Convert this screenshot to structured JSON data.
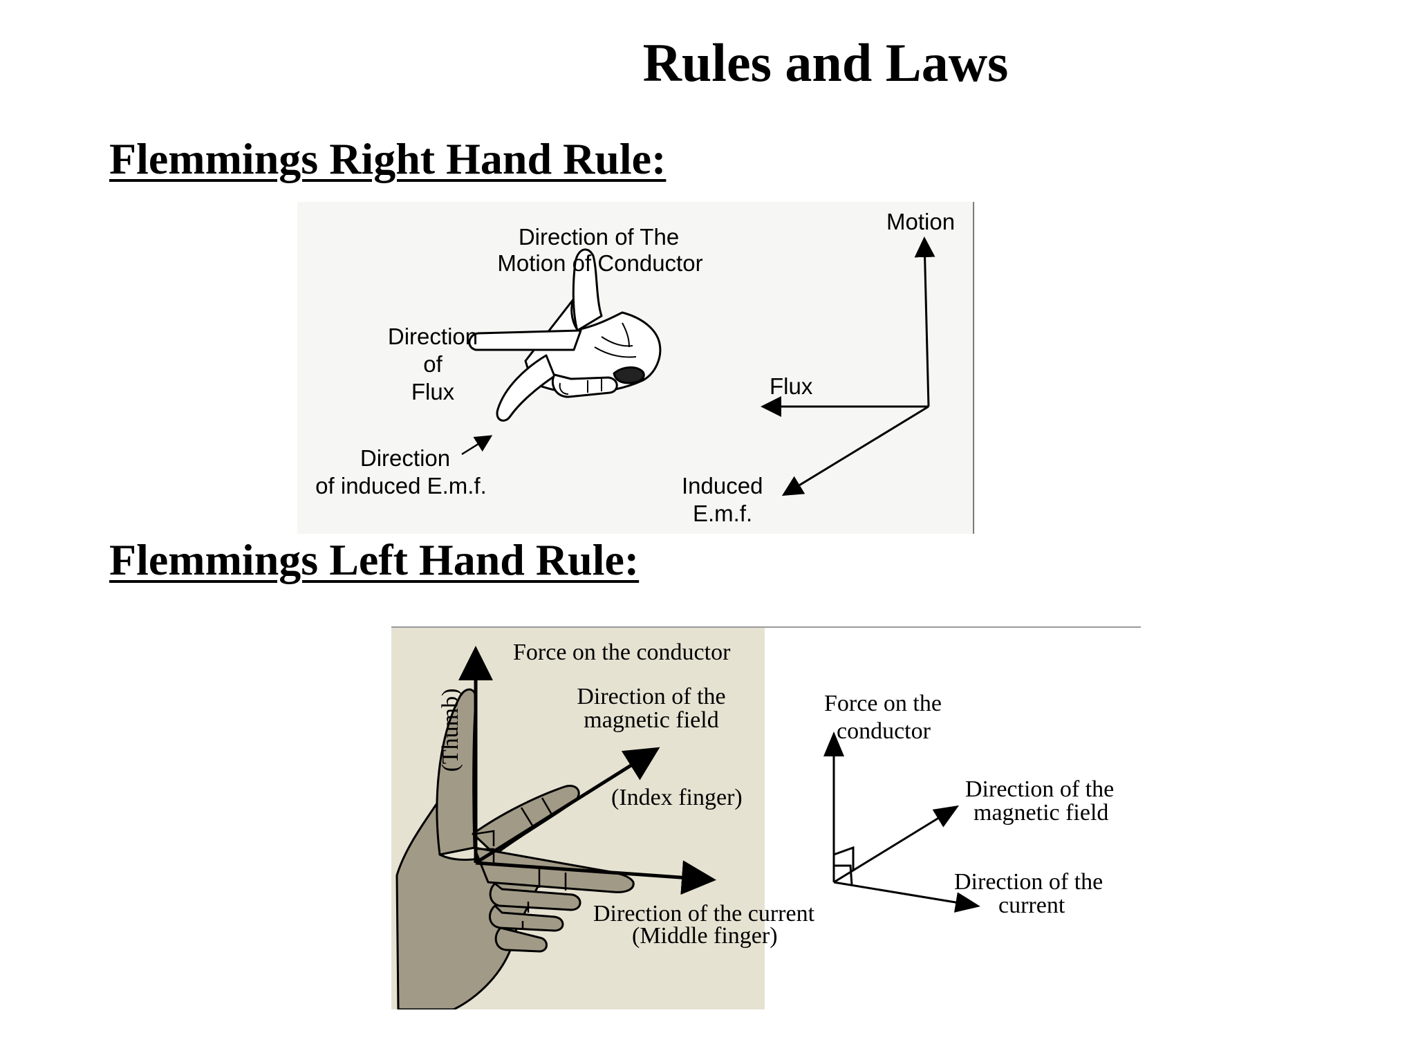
{
  "page": {
    "title": "Rules and Laws"
  },
  "right_hand_rule": {
    "heading": "Flemmings Right Hand Rule:",
    "hand_labels": {
      "thumb_line1": "Direction of The",
      "thumb_line2": "Motion of Conductor",
      "index_line1": "Direction",
      "index_line2": "of",
      "index_line3": "Flux",
      "middle_line1": "Direction",
      "middle_line2": "of induced E.m.f."
    },
    "axes_labels": {
      "motion": "Motion",
      "flux": "Flux",
      "emf_line1": "Induced",
      "emf_line2": "E.m.f."
    }
  },
  "left_hand_rule": {
    "heading": "Flemmings Left Hand Rule:",
    "hand_labels": {
      "thumb_tag": "(Thumb)",
      "force": "Force on the conductor",
      "field_line1": "Direction of the",
      "field_line2": "magnetic field",
      "index_tag": "(Index finger)",
      "current": "Direction of the current",
      "middle_tag": "(Middle finger)"
    },
    "axes_labels": {
      "force_line1": "Force on the",
      "force_line2": "conductor",
      "field_line1": "Direction of the",
      "field_line2": "magnetic field",
      "current_line1": "Direction of the",
      "current_line2": "current"
    }
  },
  "colors": {
    "ink": "#000000",
    "paper": "#ffffff",
    "scan_background": "#f6f6f4",
    "hand_fill": "#a19a86",
    "lhr_background": "#e6e2d2"
  }
}
